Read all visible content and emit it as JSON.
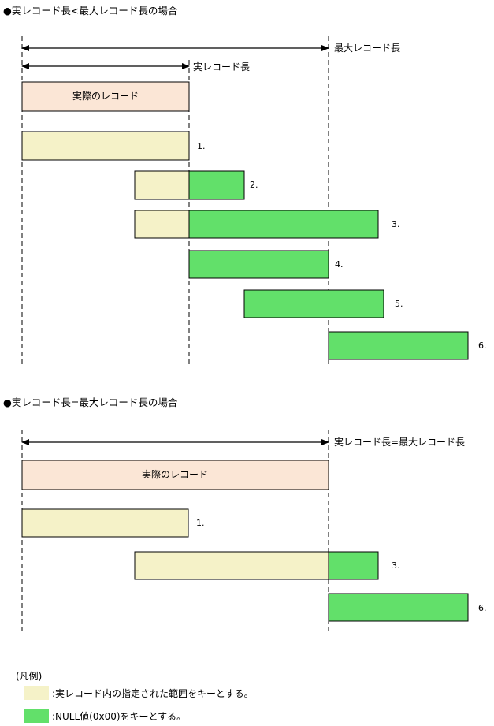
{
  "colors": {
    "actual_record": "#fbe6d6",
    "key_range": "#f5f2c8",
    "null_fill": "#62e06a",
    "line": "#000000"
  },
  "section1": {
    "heading": "●実レコード長<最大レコード長の場合",
    "max_label": "最大レコード長",
    "actual_label": "実レコード長",
    "record_box_label": "実際のレコード",
    "case_labels": [
      "1.",
      "2.",
      "3.",
      "4.",
      "5.",
      "6."
    ]
  },
  "section2": {
    "heading": "●実レコード長=最大レコード長の場合",
    "equal_label": "実レコード長=最大レコード長",
    "record_box_label": "実際のレコード",
    "case_labels": [
      "1.",
      "3.",
      "6."
    ]
  },
  "legend": {
    "title": "(凡例)",
    "items": [
      {
        "text": ":実レコード内の指定された範囲をキーとする。",
        "color_key": "key_range"
      },
      {
        "text": ":NULL値(0x00)をキーとする。",
        "color_key": "null_fill"
      }
    ]
  }
}
